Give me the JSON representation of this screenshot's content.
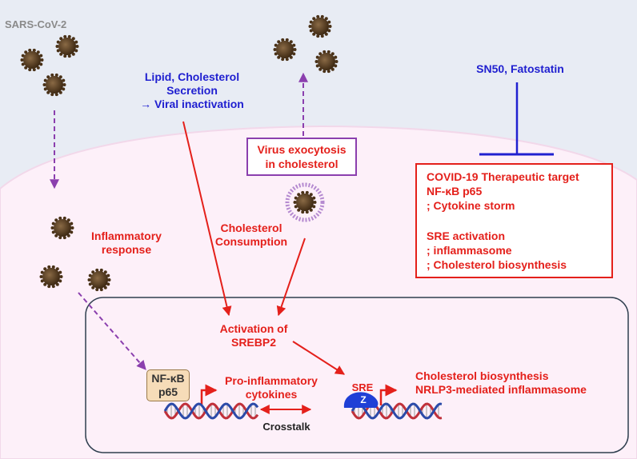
{
  "virus": {
    "label": "SARS-CoV-2",
    "particles": [
      {
        "id": "v1"
      },
      {
        "id": "v2"
      },
      {
        "id": "v3"
      },
      {
        "id": "v4"
      },
      {
        "id": "v5"
      },
      {
        "id": "v6"
      },
      {
        "id": "v7"
      },
      {
        "id": "v8"
      },
      {
        "id": "v9"
      },
      {
        "id": "v10"
      },
      {
        "id": "v11"
      }
    ]
  },
  "labels": {
    "lipid_line1": "Lipid, Cholesterol",
    "lipid_line2": "Secretion",
    "lipid_line3": "→ Viral inactivation",
    "exocytosis_line1": "Virus exocytosis",
    "exocytosis_line2": "in cholesterol",
    "inhibitor": "SN50, Fatostatin",
    "consumption_line1": "Cholesterol",
    "consumption_line2": "Consumption",
    "inflammatory_line1": "Inflammatory",
    "inflammatory_line2": "response",
    "activation_line1": "Activation of",
    "activation_line2": "SREBP2",
    "nfkb_line1": "NF-κB",
    "nfkb_line2": "p65",
    "proinflammatory_line1": "Pro-inflammatory",
    "proinflammatory_line2": "cytokines",
    "crosstalk": "Crosstalk",
    "sre": "SRE",
    "z": "Z",
    "outcome_line1": "Cholesterol biosynthesis",
    "outcome_line2": "NRLP3-mediated inflammasome"
  },
  "therapeutic_box": {
    "lines": [
      "COVID-19 Therapeutic target",
      "NF-κB p65",
      "; Cytokine storm",
      "SRE activation",
      "; inflammasome",
      "; Cholesterol biosynthesis"
    ]
  },
  "colors": {
    "outer_bg": "#e8ecf4",
    "cell": "#fdf0f9",
    "arrow_red": "#e4201b",
    "arrow_purple": "#8b3fae",
    "inhibitor_blue": "#2020d0",
    "virus": "#5a3e22"
  }
}
